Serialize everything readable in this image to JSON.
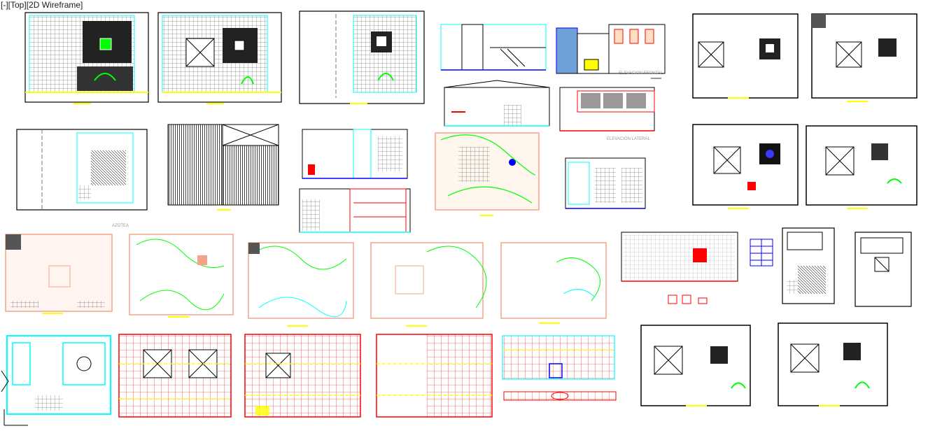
{
  "viewport": {
    "menu_prefix": "[-]",
    "view": "[Top]",
    "style": "[2D Wireframe]"
  },
  "annotations": {
    "front_elevation": "ELEVACION FRONTAL",
    "side_elevation": "ELEVACION LATERAL",
    "roof_plan": "AZOTEA"
  },
  "colors": {
    "background": "#ffffff",
    "wall": "#000000",
    "cyan": "#00ffff",
    "green": "#00ff00",
    "red": "#ff0000",
    "yellow": "#ffff00",
    "blue": "#0000ff",
    "magenta": "#ff00ff",
    "salmon": "#f4a38a",
    "grey": "#808080"
  }
}
